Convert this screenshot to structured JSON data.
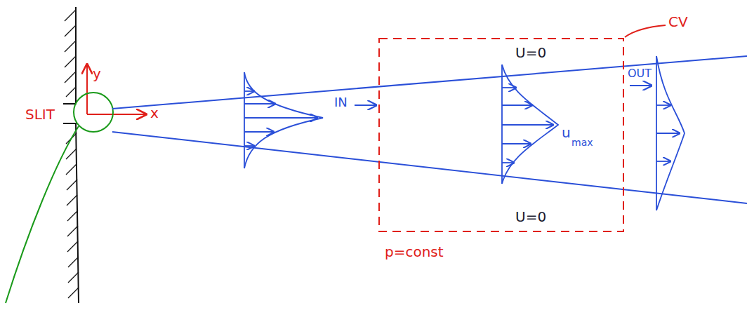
{
  "diagram": {
    "labels": [
      "SLIT",
      "y",
      "x",
      "IN",
      "CV",
      "U=0",
      "u",
      "max",
      "U=0",
      "OUT",
      "p=const"
    ]
  }
}
